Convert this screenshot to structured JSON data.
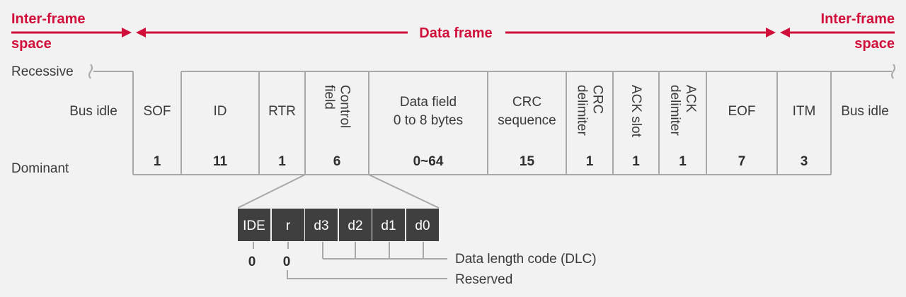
{
  "colors": {
    "accent": "#d0103a",
    "line": "#a8a8a8",
    "text": "#3a3a3a",
    "box": "#3f3f3f"
  },
  "header": {
    "left_lines": [
      "Inter-frame",
      "space"
    ],
    "center": "Data frame",
    "right_lines": [
      "Inter-frame",
      "space"
    ]
  },
  "levels": {
    "recessive": "Recessive",
    "dominant": "Dominant"
  },
  "fields": [
    {
      "id": "bus-idle-left",
      "lines": [
        "Bus idle"
      ],
      "bits": ""
    },
    {
      "id": "sof",
      "lines": [
        "SOF"
      ],
      "bits": "1"
    },
    {
      "id": "id",
      "lines": [
        "ID"
      ],
      "bits": "11"
    },
    {
      "id": "rtr",
      "lines": [
        "RTR"
      ],
      "bits": "1"
    },
    {
      "id": "control-field",
      "lines": [
        "Control",
        "field"
      ],
      "bits": "6",
      "rotated": true
    },
    {
      "id": "data-field",
      "lines": [
        "Data field",
        "0 to 8 bytes"
      ],
      "bits": "0~64"
    },
    {
      "id": "crc-sequence",
      "lines": [
        "CRC",
        "sequence"
      ],
      "bits": "15"
    },
    {
      "id": "crc-delimiter",
      "lines": [
        "CRC",
        "delimiter"
      ],
      "bits": "1",
      "rotated": true
    },
    {
      "id": "ack-slot",
      "lines": [
        "ACK slot"
      ],
      "bits": "1",
      "rotated": true
    },
    {
      "id": "ack-delimiter",
      "lines": [
        "ACK",
        "delimiter"
      ],
      "bits": "1",
      "rotated": true
    },
    {
      "id": "eof",
      "lines": [
        "EOF"
      ],
      "bits": "7"
    },
    {
      "id": "itm",
      "lines": [
        "ITM"
      ],
      "bits": "3"
    },
    {
      "id": "bus-idle-right",
      "lines": [
        "Bus idle"
      ],
      "bits": ""
    }
  ],
  "control_bits": [
    {
      "label": "IDE",
      "value": "0"
    },
    {
      "label": "r",
      "value": "0"
    },
    {
      "label": "d3",
      "value": ""
    },
    {
      "label": "d2",
      "value": ""
    },
    {
      "label": "d1",
      "value": ""
    },
    {
      "label": "d0",
      "value": ""
    }
  ],
  "annotations": {
    "dlc": "Data length code (DLC)",
    "reserved": "Reserved"
  }
}
